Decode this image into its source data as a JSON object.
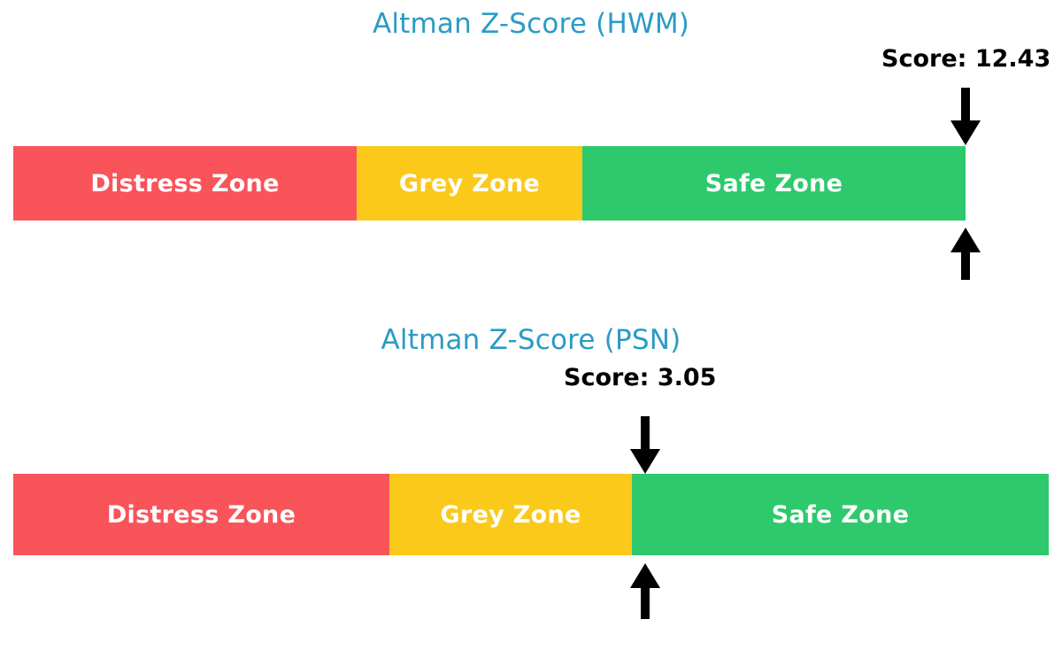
{
  "page": {
    "background_color": "#ffffff",
    "title_color": "#2b9bc4",
    "label_color": "#000000",
    "arrow_color": "#000000"
  },
  "palette": {
    "distress": "#f9545a",
    "grey": "#fbc91a",
    "safe": "#2ec96d"
  },
  "charts": [
    {
      "title": "Altman Z-Score (HWM)",
      "score_label": "Score: 12.43",
      "score_value": 12.43,
      "zones": [
        {
          "label": "Distress Zone",
          "color": "#f9545a"
        },
        {
          "label": "Grey Zone",
          "color": "#fbc91a"
        },
        {
          "label": "Safe Zone",
          "color": "#2ec96d"
        }
      ],
      "marker_down_icon": "arrow-down-icon",
      "marker_up_icon": "arrow-up-icon"
    },
    {
      "title": "Altman Z-Score (PSN)",
      "score_label": "Score: 3.05",
      "score_value": 3.05,
      "zones": [
        {
          "label": "Distress Zone",
          "color": "#f9545a"
        },
        {
          "label": "Grey Zone",
          "color": "#fbc91a"
        },
        {
          "label": "Safe Zone",
          "color": "#2ec96d"
        }
      ],
      "marker_down_icon": "arrow-down-icon",
      "marker_up_icon": "arrow-up-icon"
    }
  ],
  "chart_data": [
    {
      "type": "bar",
      "title": "Altman Z-Score (HWM)",
      "orientation": "horizontal-stacked",
      "categories": [
        "Distress Zone",
        "Grey Zone",
        "Safe Zone"
      ],
      "values": [
        388,
        255,
        433
      ],
      "colors": [
        "#f9545a",
        "#fbc91a",
        "#2ec96d"
      ],
      "annotations": [
        "Score: 12.43"
      ],
      "marker_value": 12.43,
      "marker_position_fraction": 1.0,
      "xlabel": "",
      "ylabel": "",
      "grid": false,
      "legend": "none"
    },
    {
      "type": "bar",
      "title": "Altman Z-Score (PSN)",
      "orientation": "horizontal-stacked",
      "categories": [
        "Distress Zone",
        "Grey Zone",
        "Safe Zone"
      ],
      "values": [
        425,
        274,
        471
      ],
      "colors": [
        "#f9545a",
        "#fbc91a",
        "#2ec96d"
      ],
      "annotations": [
        "Score: 3.05"
      ],
      "marker_value": 3.05,
      "marker_position_fraction": 0.597,
      "xlabel": "",
      "ylabel": "",
      "grid": false,
      "legend": "none"
    }
  ]
}
